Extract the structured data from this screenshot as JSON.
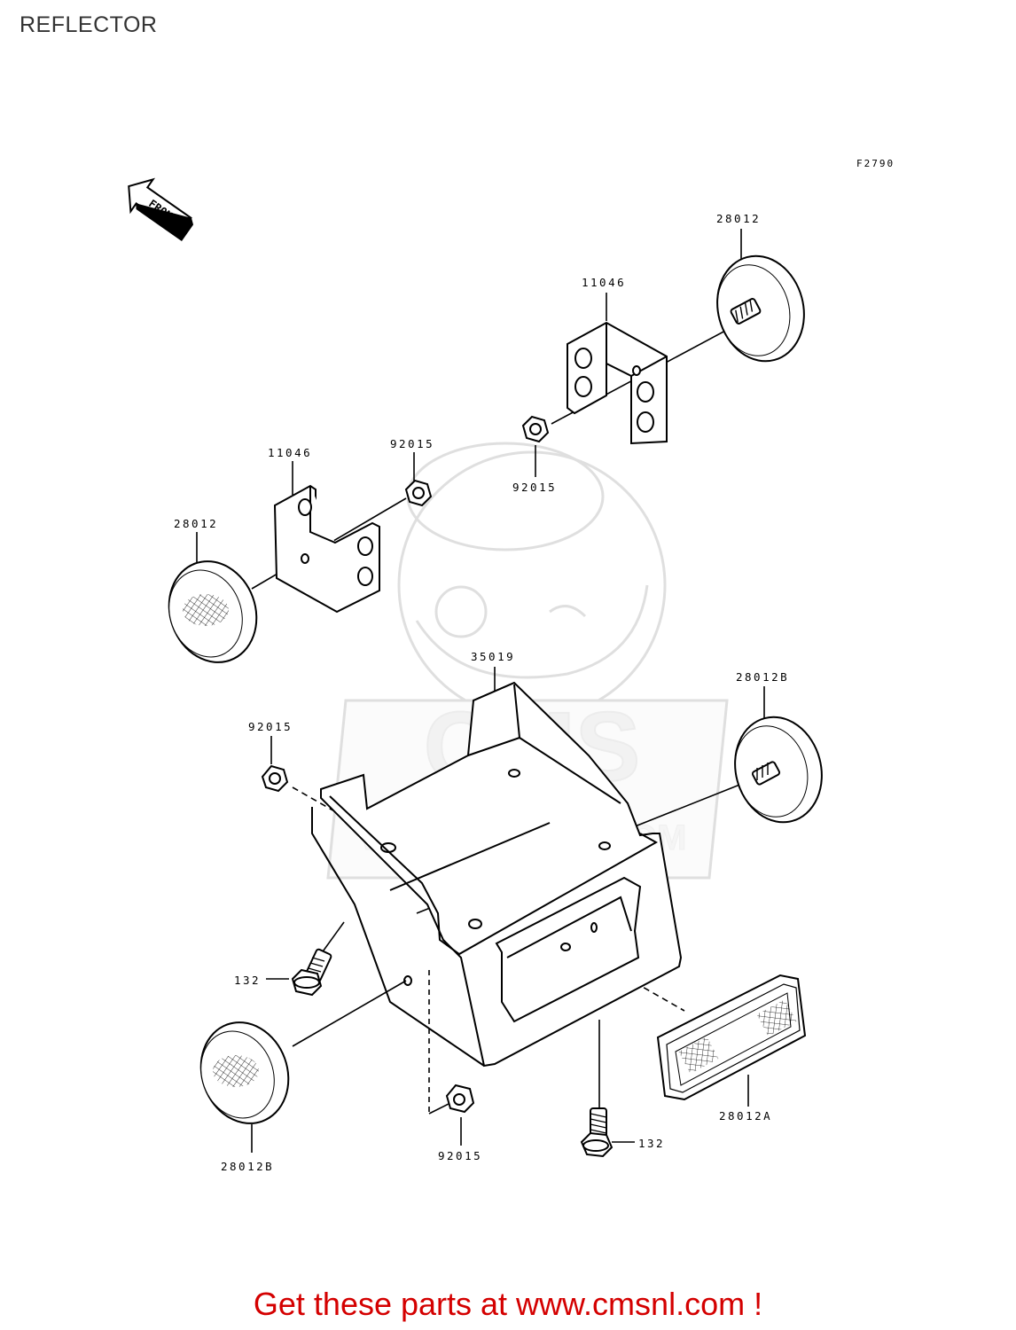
{
  "page": {
    "title": "REFLECTOR",
    "diagram_code": "F2790"
  },
  "orientation_marker": {
    "label": "FRONT"
  },
  "watermark": {
    "brand": "CMS",
    "url": "WWW.CMSNL.COM"
  },
  "parts": [
    {
      "id": "p1",
      "number": "28012"
    },
    {
      "id": "p2",
      "number": "11046"
    },
    {
      "id": "p3",
      "number": "92015"
    },
    {
      "id": "p4",
      "number": "11046"
    },
    {
      "id": "p5",
      "number": "92015"
    },
    {
      "id": "p6",
      "number": "28012"
    },
    {
      "id": "p7",
      "number": "35019"
    },
    {
      "id": "p8",
      "number": "28012B"
    },
    {
      "id": "p9",
      "number": "92015"
    },
    {
      "id": "p10",
      "number": "132"
    },
    {
      "id": "p11",
      "number": "28012B"
    },
    {
      "id": "p12",
      "number": "92015"
    },
    {
      "id": "p13",
      "number": "132"
    },
    {
      "id": "p14",
      "number": "28012A"
    }
  ],
  "footer": {
    "cta": "Get these parts at www.cmsnl.com !"
  }
}
